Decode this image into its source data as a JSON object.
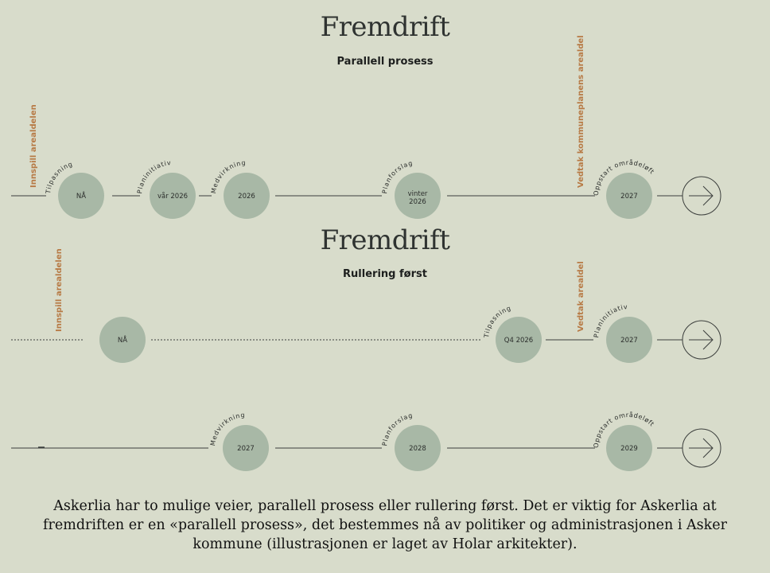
{
  "section1": {
    "title": "Fremdrift",
    "subtitle": "Parallell prosess",
    "milestones": [
      {
        "step": "Tilpasning",
        "date": "NÅ"
      },
      {
        "step": "Planinitiativ",
        "date": "vår 2026"
      },
      {
        "step": "Medvirkning",
        "date": "2026"
      },
      {
        "step": "Planforslag",
        "date": "vinter 2026"
      },
      {
        "step": "Oppstart områdeløft",
        "date": "2027"
      }
    ],
    "annotations": [
      "Innspill arealdelen",
      "Vedtak kommuneplanens arealdel"
    ]
  },
  "section2": {
    "title": "Fremdrift",
    "subtitle": "Rullering først",
    "row1_milestones": [
      {
        "step": "",
        "date": "NÅ"
      },
      {
        "step": "Tilpasning",
        "date": "Q4 2026"
      },
      {
        "step": "Planinitiativ",
        "date": "2027"
      }
    ],
    "row2_milestones": [
      {
        "step": "Medvirkning",
        "date": "2027"
      },
      {
        "step": "Planforslag",
        "date": "2028"
      },
      {
        "step": "Oppstart områdeløft",
        "date": "2029"
      }
    ],
    "annotations": [
      "Innspill arealdelen",
      "Vedtak arealdel"
    ]
  },
  "caption": "Askerlia har to mulige veier, parallell prosess eller rullering først. Det er viktig for Askerlia at fremdriften er en «parallell prosess», det bestemmes nå av politiker og administrasjonen i Asker kommune (illustrasjonen er laget av Holar arkitekter).",
  "colors": {
    "circle": "#a8b8a6",
    "line": "#3b3e3c",
    "annotation": "#b77a45"
  }
}
